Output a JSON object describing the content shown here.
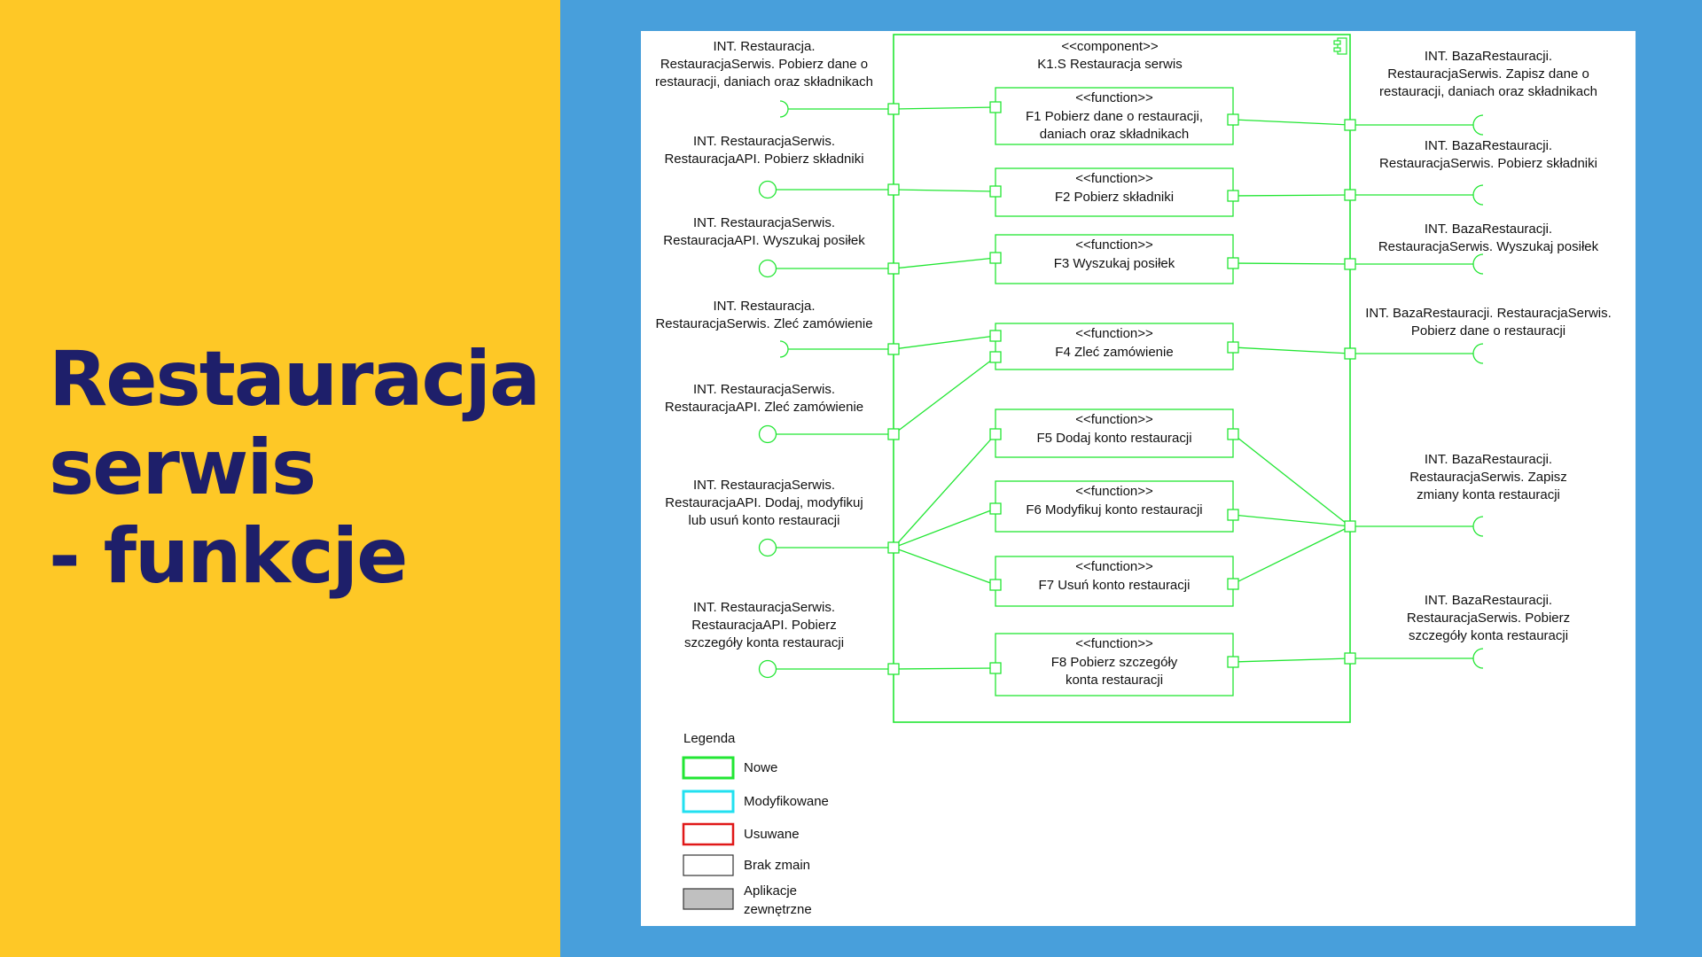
{
  "slide": {
    "title_lines": [
      "Restauracja",
      "serwis",
      "- funkcje"
    ]
  },
  "colors": {
    "left_panel": "#fec826",
    "right_panel": "#489fdb",
    "title": "#1e1f6a",
    "diagram_line": "#22e633",
    "legend_new": "#22e633",
    "legend_modified": "#22e0f0",
    "legend_removed": "#e01818",
    "legend_unchanged": "#333333",
    "legend_external_fill": "#c0c0c0"
  },
  "diagram": {
    "component": {
      "stereotype": "<<component>>",
      "name": "K1.S Restauracja serwis",
      "icon": "component-icon"
    },
    "functions": [
      {
        "id": "F1",
        "stereotype": "<<function>>",
        "lines": [
          "F1 Pobierz dane o restauracji,",
          "daniach oraz składnikach"
        ]
      },
      {
        "id": "F2",
        "stereotype": "<<function>>",
        "lines": [
          "F2 Pobierz składniki"
        ]
      },
      {
        "id": "F3",
        "stereotype": "<<function>>",
        "lines": [
          "F3 Wyszukaj posiłek"
        ]
      },
      {
        "id": "F4",
        "stereotype": "<<function>>",
        "lines": [
          "F4 Zleć zamówienie"
        ]
      },
      {
        "id": "F5",
        "stereotype": "<<function>>",
        "lines": [
          "F5 Dodaj konto restauracji"
        ]
      },
      {
        "id": "F6",
        "stereotype": "<<function>>",
        "lines": [
          "F6 Modyfikuj konto restauracji"
        ]
      },
      {
        "id": "F7",
        "stereotype": "<<function>>",
        "lines": [
          "F7 Usuń konto restauracji"
        ]
      },
      {
        "id": "F8",
        "stereotype": "<<function>>",
        "lines": [
          "F8 Pobierz szczegóły",
          "konta restauracji"
        ]
      }
    ],
    "left_interfaces": [
      {
        "kind": "required",
        "lines": [
          "INT. Restauracja.",
          "RestauracjaSerwis. Pobierz dane o",
          "restauracji, daniach oraz składnikach"
        ]
      },
      {
        "kind": "provided",
        "lines": [
          "INT. RestauracjaSerwis.",
          "RestauracjaAPI. Pobierz składniki"
        ]
      },
      {
        "kind": "provided",
        "lines": [
          "INT. RestauracjaSerwis.",
          "RestauracjaAPI. Wyszukaj posiłek"
        ]
      },
      {
        "kind": "required",
        "lines": [
          "INT. Restauracja.",
          "RestauracjaSerwis. Zleć zamówienie"
        ]
      },
      {
        "kind": "provided",
        "lines": [
          "INT. RestauracjaSerwis.",
          "RestauracjaAPI. Zleć zamówienie"
        ]
      },
      {
        "kind": "provided",
        "lines": [
          "INT. RestauracjaSerwis.",
          "RestauracjaAPI. Dodaj, modyfikuj",
          "lub usuń konto restauracji"
        ]
      },
      {
        "kind": "provided",
        "lines": [
          "INT. RestauracjaSerwis.",
          "RestauracjaAPI. Pobierz",
          "szczegóły konta restauracji"
        ]
      }
    ],
    "right_interfaces": [
      {
        "kind": "required",
        "lines": [
          "INT. BazaRestauracji.",
          "RestauracjaSerwis. Zapisz dane o",
          "restauracji, daniach oraz składnikach"
        ]
      },
      {
        "kind": "required",
        "lines": [
          "INT. BazaRestauracji.",
          "RestauracjaSerwis. Pobierz składniki"
        ]
      },
      {
        "kind": "required",
        "lines": [
          "INT. BazaRestauracji.",
          "RestauracjaSerwis. Wyszukaj posiłek"
        ]
      },
      {
        "kind": "required",
        "lines": [
          "INT. BazaRestauracji. RestauracjaSerwis.",
          "Pobierz dane o restauracji"
        ]
      },
      {
        "kind": "required",
        "lines": [
          "INT. BazaRestauracji.",
          "RestauracjaSerwis. Zapisz",
          "zmiany konta restauracji"
        ]
      },
      {
        "kind": "required",
        "lines": [
          "INT. BazaRestauracji.",
          "RestauracjaSerwis. Pobierz",
          "szczegóły konta restauracji"
        ]
      }
    ],
    "legend": {
      "title": "Legenda",
      "items": [
        {
          "key": "new",
          "label_lines": [
            "Nowe"
          ]
        },
        {
          "key": "modified",
          "label_lines": [
            "Modyfikowane"
          ]
        },
        {
          "key": "removed",
          "label_lines": [
            "Usuwane"
          ]
        },
        {
          "key": "unchanged",
          "label_lines": [
            "Brak zmain"
          ]
        },
        {
          "key": "external",
          "label_lines": [
            "Aplikacje",
            "zewnętrzne"
          ]
        }
      ]
    }
  }
}
